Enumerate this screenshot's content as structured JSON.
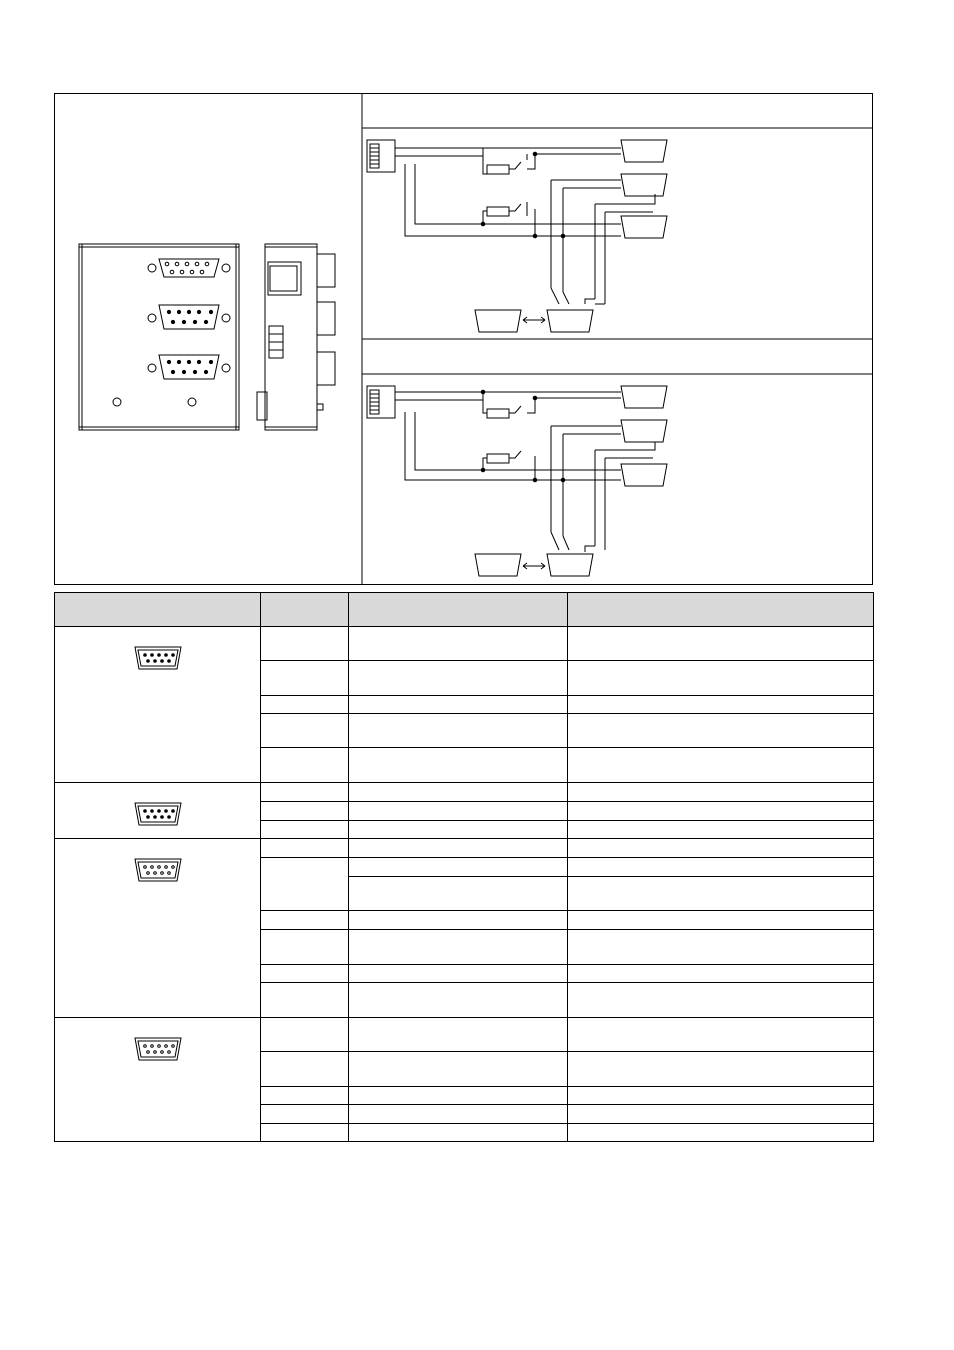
{
  "document": {
    "top_section": {
      "left_cell": {
        "content": "device-drawing"
      },
      "right_cell": {
        "header_1": "",
        "header_2": ""
      }
    },
    "pin_table": {
      "columns": [
        "",
        "",
        "",
        ""
      ],
      "groups": [
        {
          "connector": "db9-connector-icon",
          "rows": [
            {
              "h": 34,
              "cells": [
                "",
                "",
                ""
              ]
            },
            {
              "h": 35,
              "cells": [
                "",
                "",
                ""
              ]
            },
            {
              "h": 18,
              "cells": [
                "",
                "",
                ""
              ]
            },
            {
              "h": 34,
              "cells": [
                "",
                "",
                ""
              ]
            },
            {
              "h": 35,
              "cells": [
                "",
                "",
                ""
              ]
            }
          ]
        },
        {
          "connector": "db9-connector-icon",
          "rows": [
            {
              "h": 19,
              "cells": [
                "",
                "",
                ""
              ]
            },
            {
              "h": 19,
              "cells": [
                "",
                "",
                ""
              ]
            },
            {
              "h": 18,
              "cells": [
                "",
                "",
                ""
              ]
            }
          ]
        },
        {
          "connector": "db9-connector-icon",
          "rows": [
            {
              "h": 19,
              "cells": [
                "",
                "",
                ""
              ]
            },
            {
              "h": 19,
              "cells": [
                "",
                "",
                ""
              ],
              "span2": true
            },
            {
              "h": 34,
              "cells": [
                "",
                ""
              ],
              "cont": true
            },
            {
              "h": 19,
              "cells": [
                "",
                "",
                ""
              ]
            },
            {
              "h": 35,
              "cells": [
                "",
                "",
                ""
              ]
            },
            {
              "h": 18,
              "cells": [
                "",
                "",
                ""
              ]
            },
            {
              "h": 35,
              "cells": [
                "",
                "",
                ""
              ]
            }
          ]
        },
        {
          "connector": "db9-connector-icon",
          "rows": [
            {
              "h": 34,
              "cells": [
                "",
                "",
                ""
              ]
            },
            {
              "h": 35,
              "cells": [
                "",
                "",
                ""
              ]
            },
            {
              "h": 18,
              "cells": [
                "",
                "",
                ""
              ]
            },
            {
              "h": 19,
              "cells": [
                "",
                "",
                ""
              ]
            },
            {
              "h": 18,
              "cells": [
                "",
                "",
                ""
              ]
            }
          ]
        }
      ]
    }
  }
}
